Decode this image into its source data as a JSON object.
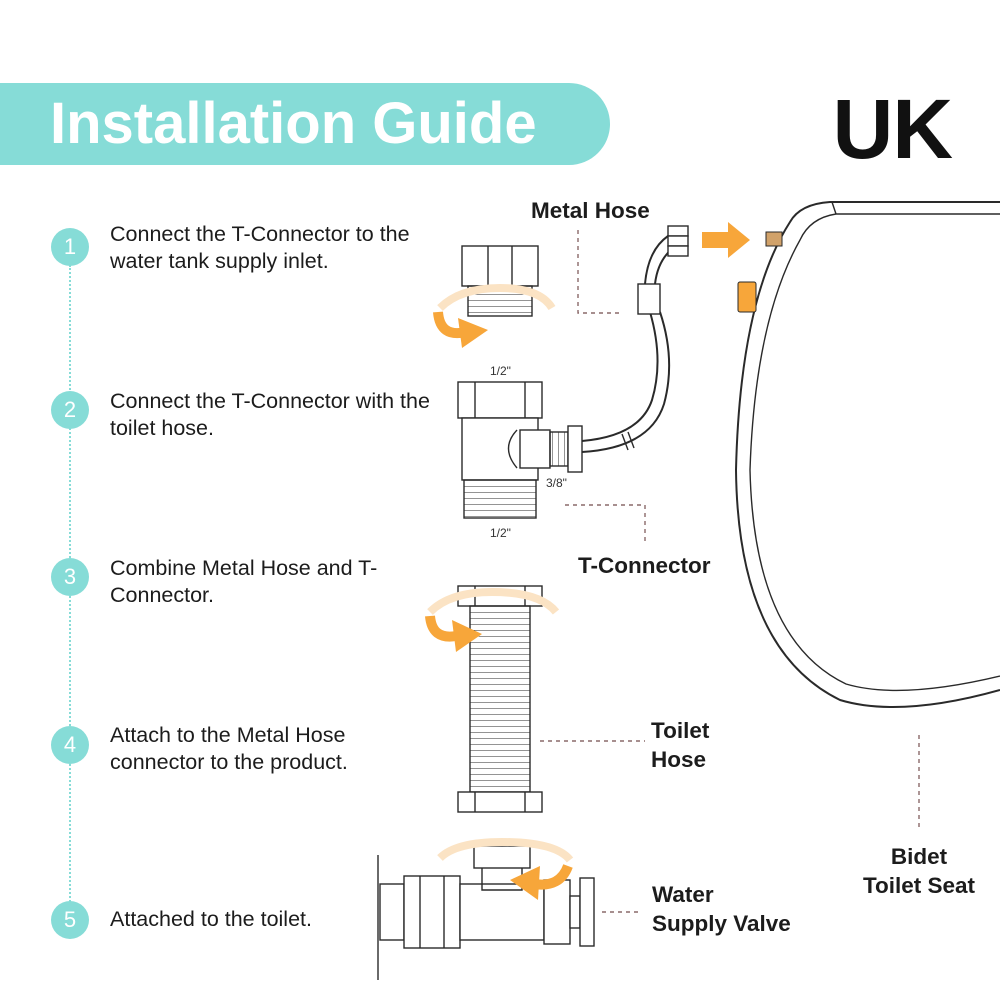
{
  "colors": {
    "accent": "#86dcd7",
    "arrow": "#f7a63a",
    "arrow_light": "#fbe3c4",
    "line": "#2a2a2a",
    "leader": "#8a6a6a"
  },
  "header": {
    "title": "Installation Guide",
    "region": "UK"
  },
  "steps": [
    {
      "number": "1",
      "text": "Connect the T-Connector to the water tank supply inlet."
    },
    {
      "number": "2",
      "text": "Connect the T-Connector with the toilet hose."
    },
    {
      "number": "3",
      "text": "Combine Metal Hose and T-Connector."
    },
    {
      "number": "4",
      "text": "Attach to the Metal Hose connector to the product."
    },
    {
      "number": "5",
      "text": "Attached to the toilet."
    }
  ],
  "callouts": {
    "metal_hose": "Metal Hose",
    "t_connector": "T-Connector",
    "toilet_hose": "Toilet\nHose",
    "water_supply_valve": "Water\nSupply Valve",
    "bidet_seat": "Bidet\nToilet Seat"
  },
  "dimensions": {
    "top": "1/2\"",
    "side": "3/8\"",
    "bottom": "1/2\""
  },
  "icons": {
    "rotate_arrows": "curved-rotation-arrow-icon",
    "direction_arrow": "right-arrow-icon"
  }
}
